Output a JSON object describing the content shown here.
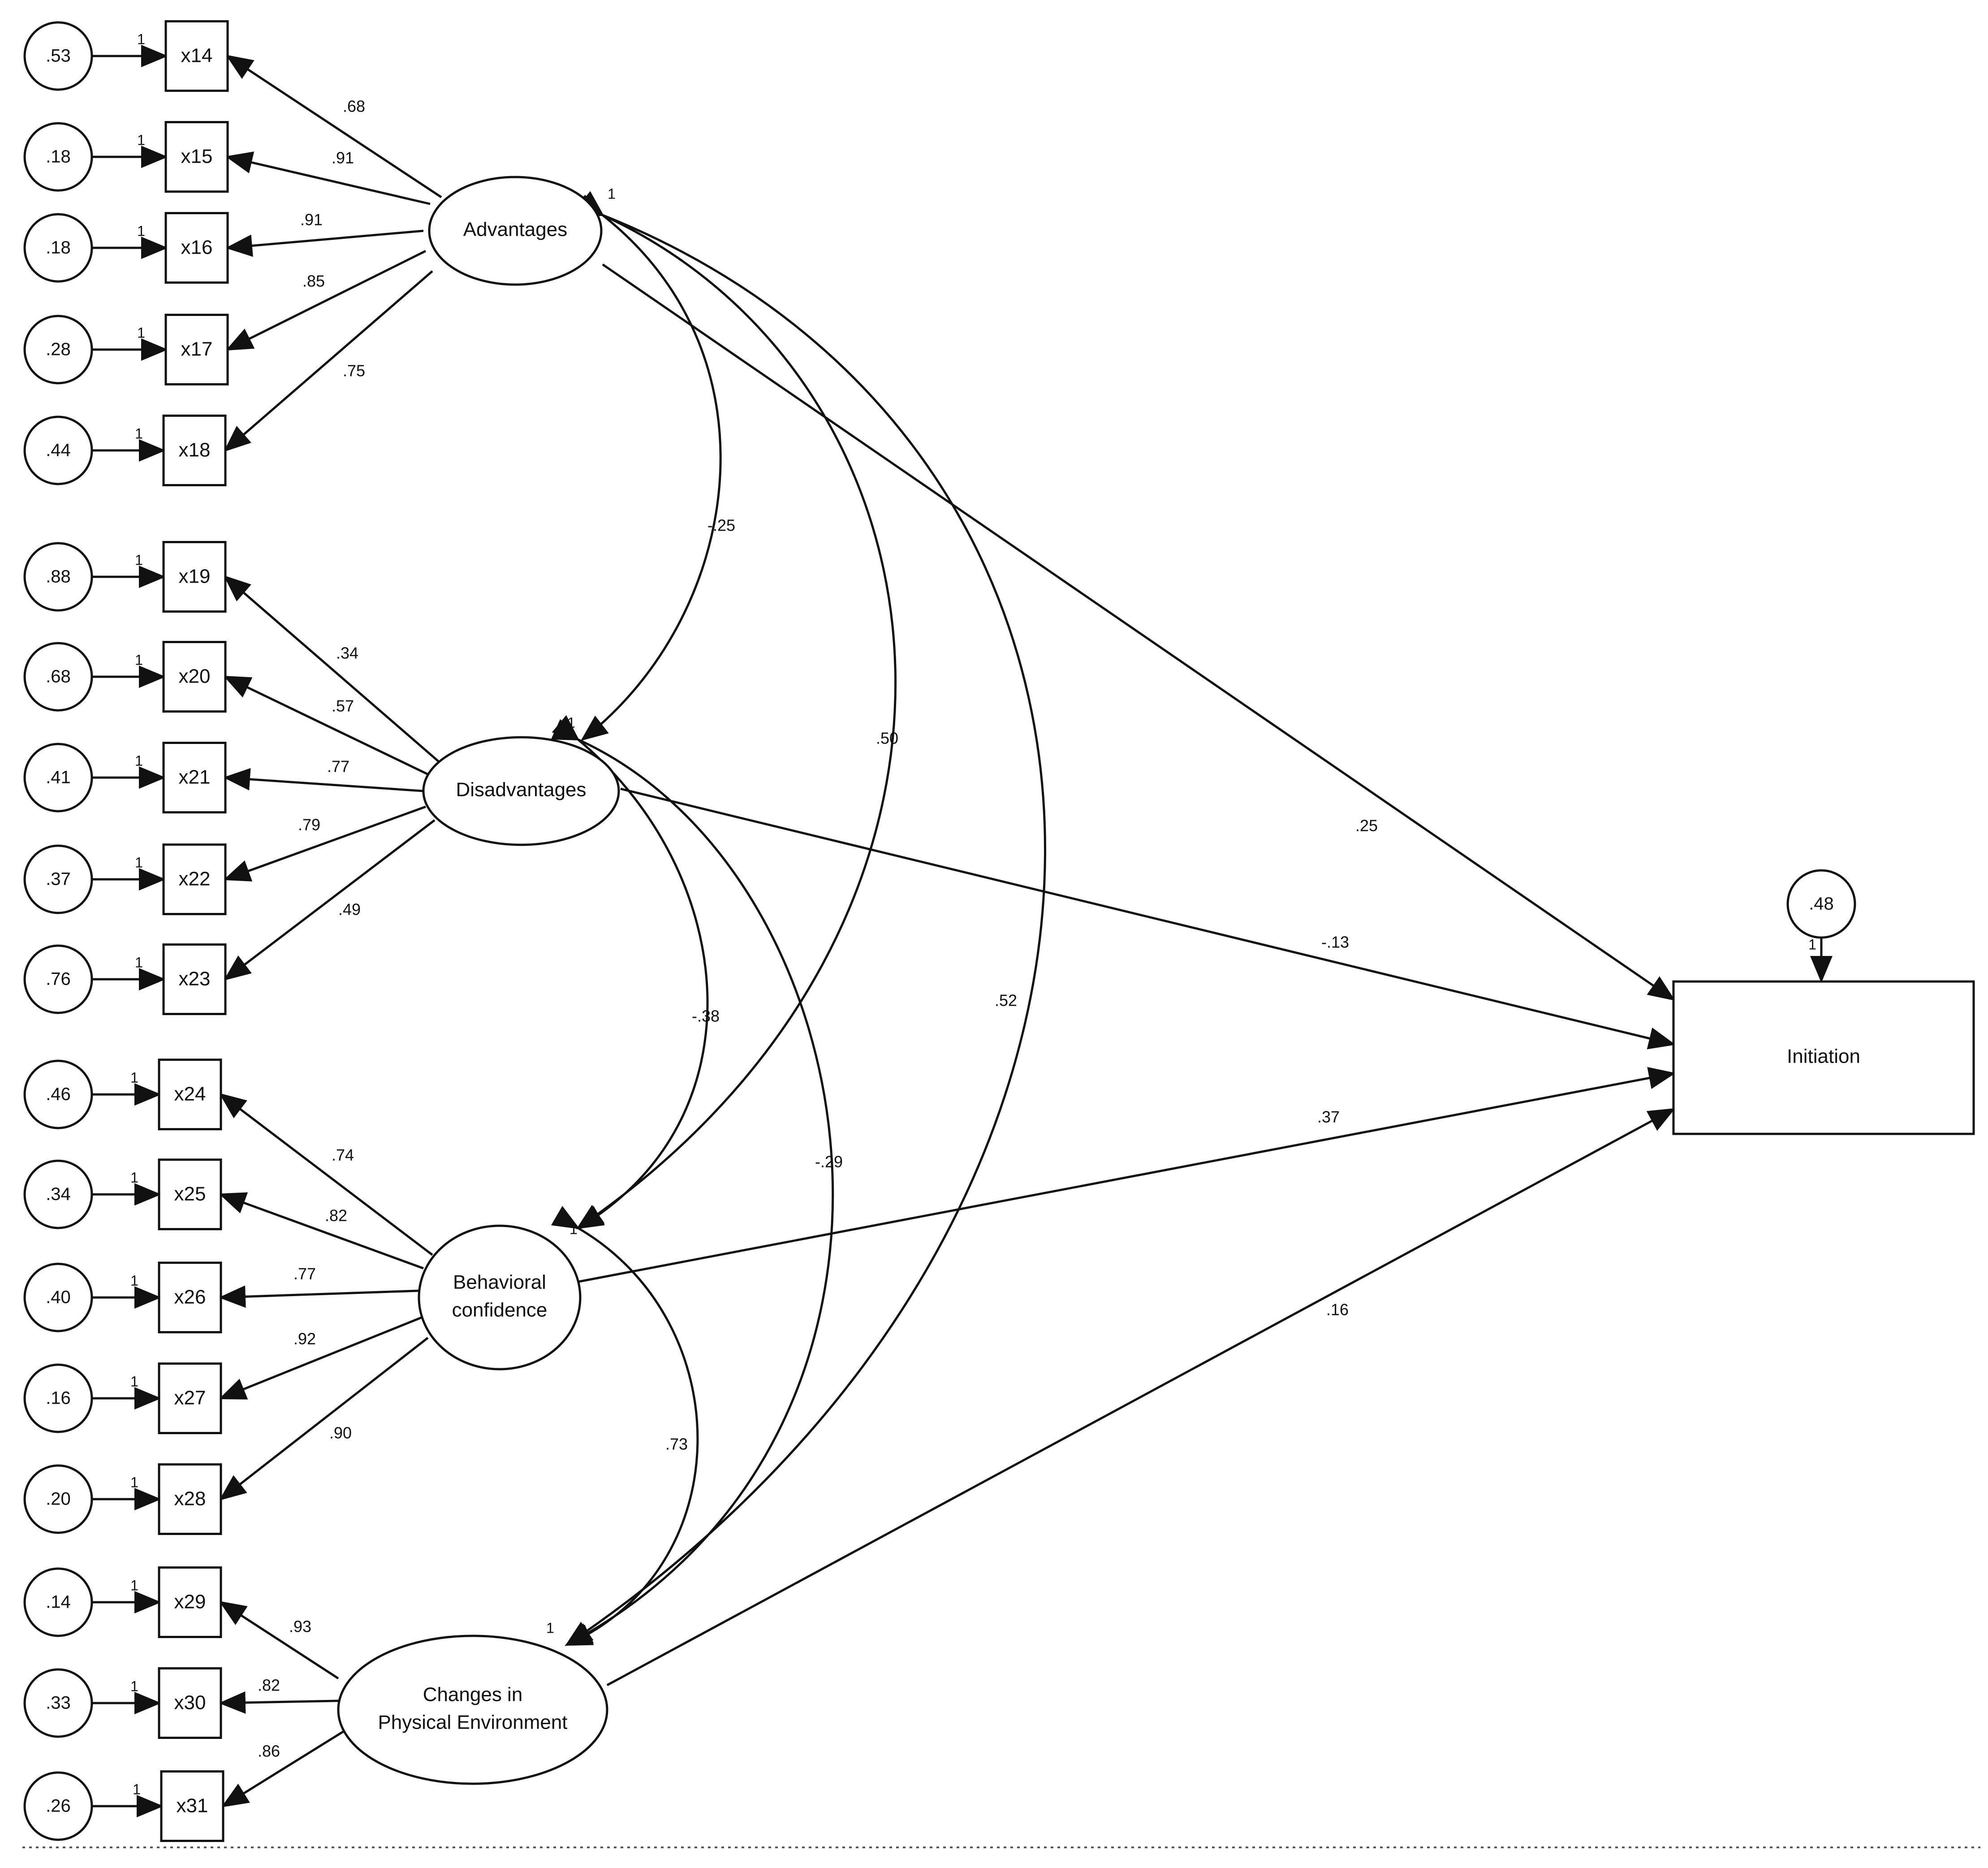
{
  "latents": [
    {
      "key": "adv",
      "lines": [
        "Advantages"
      ]
    },
    {
      "key": "dis",
      "lines": [
        "Disadvantages"
      ]
    },
    {
      "key": "beh",
      "lines": [
        "Behavioral",
        "confidence"
      ]
    },
    {
      "key": "chg",
      "lines": [
        "Changes in",
        "Physical Environment"
      ]
    }
  ],
  "indicators": [
    {
      "name": "x14",
      "latent": "adv",
      "loading": ".68",
      "error": ".53",
      "fixed": "1"
    },
    {
      "name": "x15",
      "latent": "adv",
      "loading": ".91",
      "error": ".18",
      "fixed": "1"
    },
    {
      "name": "x16",
      "latent": "adv",
      "loading": ".91",
      "error": ".18",
      "fixed": "1"
    },
    {
      "name": "x17",
      "latent": "adv",
      "loading": ".85",
      "error": ".28",
      "fixed": "1"
    },
    {
      "name": "x18",
      "latent": "adv",
      "loading": ".75",
      "error": ".44",
      "fixed": "1"
    },
    {
      "name": "x19",
      "latent": "dis",
      "loading": ".34",
      "error": ".88",
      "fixed": "1"
    },
    {
      "name": "x20",
      "latent": "dis",
      "loading": ".57",
      "error": ".68",
      "fixed": "1"
    },
    {
      "name": "x21",
      "latent": "dis",
      "loading": ".77",
      "error": ".41",
      "fixed": "1"
    },
    {
      "name": "x22",
      "latent": "dis",
      "loading": ".79",
      "error": ".37",
      "fixed": "1"
    },
    {
      "name": "x23",
      "latent": "dis",
      "loading": ".49",
      "error": ".76",
      "fixed": "1"
    },
    {
      "name": "x24",
      "latent": "beh",
      "loading": ".74",
      "error": ".46",
      "fixed": "1"
    },
    {
      "name": "x25",
      "latent": "beh",
      "loading": ".82",
      "error": ".34",
      "fixed": "1"
    },
    {
      "name": "x26",
      "latent": "beh",
      "loading": ".77",
      "error": ".40",
      "fixed": "1"
    },
    {
      "name": "x27",
      "latent": "beh",
      "loading": ".92",
      "error": ".16",
      "fixed": "1"
    },
    {
      "name": "x28",
      "latent": "beh",
      "loading": ".90",
      "error": ".20",
      "fixed": "1"
    },
    {
      "name": "x29",
      "latent": "chg",
      "loading": ".93",
      "error": ".14",
      "fixed": "1"
    },
    {
      "name": "x30",
      "latent": "chg",
      "loading": ".82",
      "error": ".33",
      "fixed": "1"
    },
    {
      "name": "x31",
      "latent": "chg",
      "loading": ".86",
      "error": ".26",
      "fixed": "1"
    }
  ],
  "outcome": {
    "label": "Initiation",
    "error": ".48",
    "fixed": "1"
  },
  "paths": [
    {
      "from": "adv",
      "coef": ".25"
    },
    {
      "from": "dis",
      "coef": "-.13"
    },
    {
      "from": "beh",
      "coef": ".37"
    },
    {
      "from": "chg",
      "coef": ".16"
    }
  ],
  "covariances": [
    {
      "from": "adv",
      "to": "dis",
      "value": "-.25"
    },
    {
      "from": "adv",
      "to": "beh",
      "value": ".50"
    },
    {
      "from": "adv",
      "to": "chg",
      "value": ".52"
    },
    {
      "from": "dis",
      "to": "beh",
      "value": "-.38"
    },
    {
      "from": "dis",
      "to": "chg",
      "value": "-.29"
    },
    {
      "from": "beh",
      "to": "chg",
      "value": ".73"
    }
  ],
  "variance_marks": {
    "adv": "1",
    "dis": "1",
    "beh": "1",
    "chg": "1"
  }
}
